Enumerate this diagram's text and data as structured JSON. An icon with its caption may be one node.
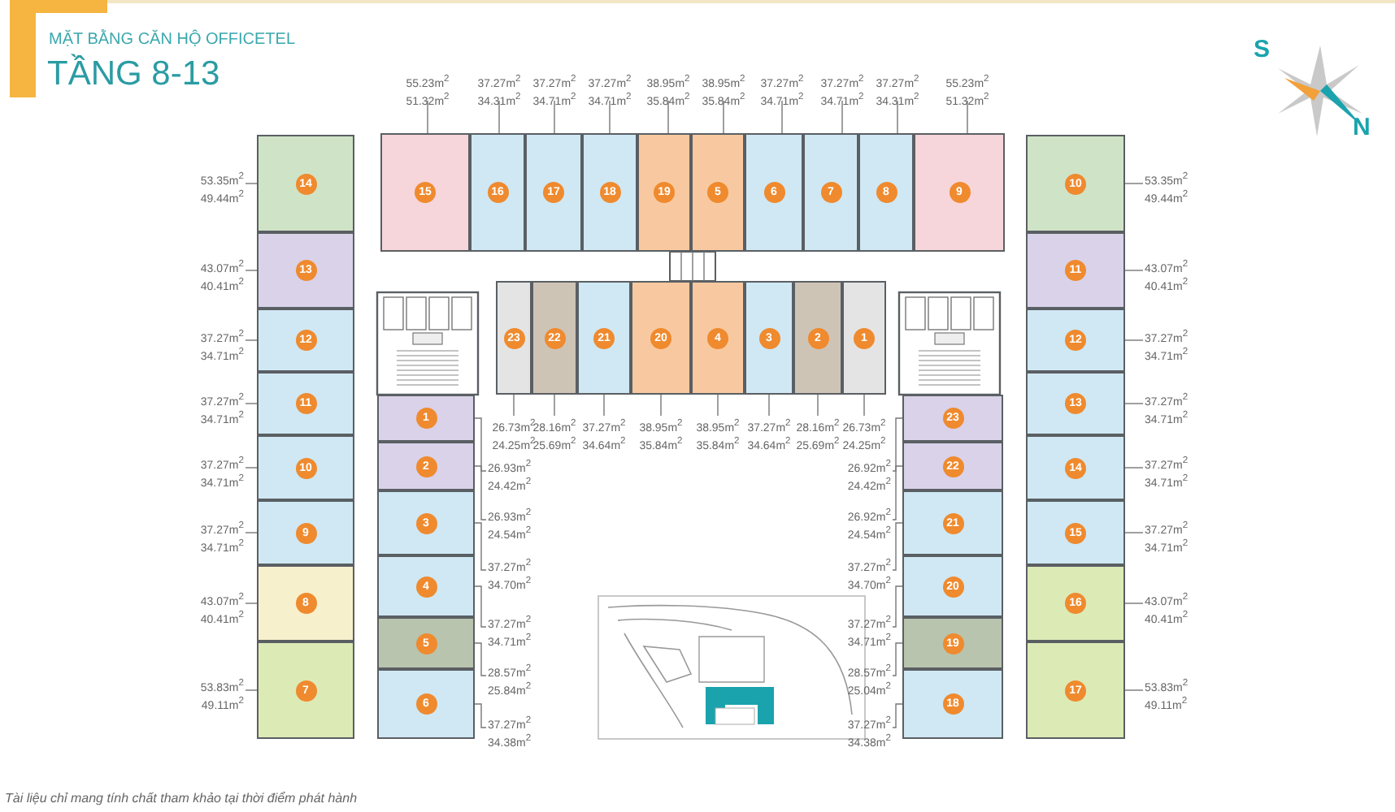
{
  "diagram": {
    "title": "MẶT BẰNG CĂN HỘ OFFICETEL",
    "caption": "Tài liệu chỉ mang tính chất tham khảo tại thời điểm phát hành",
    "nodes": [
      {
        "text": [
          "15"
        ]
      },
      {
        "text": [
          "16"
        ]
      },
      {
        "text": [
          "17"
        ]
      },
      {
        "text": [
          "18"
        ]
      },
      {
        "text": [
          "19"
        ]
      },
      {
        "text": [
          "5"
        ]
      },
      {
        "text": [
          "6"
        ]
      },
      {
        "text": [
          "7"
        ]
      },
      {
        "text": [
          "8"
        ]
      },
      {
        "text": [
          "9"
        ]
      },
      {
        "text": [
          "14"
        ]
      },
      {
        "text": [
          "13"
        ]
      },
      {
        "text": [
          "12"
        ]
      },
      {
        "text": [
          "11"
        ]
      },
      {
        "text": [
          "10"
        ]
      },
      {
        "text": [
          "9"
        ]
      },
      {
        "text": [
          "8"
        ]
      },
      {
        "text": [
          "7"
        ]
      },
      {
        "text": [
          "10"
        ]
      },
      {
        "text": [
          "11"
        ]
      },
      {
        "text": [
          "12"
        ]
      },
      {
        "text": [
          "13"
        ]
      },
      {
        "text": [
          "14"
        ]
      },
      {
        "text": [
          "15"
        ]
      },
      {
        "text": [
          "16"
        ]
      },
      {
        "text": [
          "17"
        ]
      },
      {
        "text": [
          "23"
        ]
      },
      {
        "text": [
          "22"
        ]
      },
      {
        "text": [
          "21"
        ]
      },
      {
        "text": [
          "20"
        ]
      },
      {
        "text": [
          "4"
        ]
      },
      {
        "text": [
          "3"
        ]
      },
      {
        "text": [
          "2"
        ]
      },
      {
        "text": [
          "1"
        ]
      },
      {
        "text": [
          "1"
        ]
      },
      {
        "text": [
          "2"
        ]
      },
      {
        "text": [
          "3"
        ]
      },
      {
        "text": [
          "4"
        ]
      },
      {
        "text": [
          "5"
        ]
      },
      {
        "text": [
          "6"
        ]
      },
      {
        "text": [
          "23"
        ]
      },
      {
        "text": [
          "22"
        ]
      },
      {
        "text": [
          "21"
        ]
      },
      {
        "text": [
          "20"
        ]
      },
      {
        "text": [
          "19"
        ]
      },
      {
        "text": [
          "18"
        ]
      },
      {
        "text": [
          "55.23m$^{2}$",
          "51.32m$^{2}$"
        ]
      },
      {
        "text": [
          "37.27m$^{2}$",
          "34.31m$^{2}$"
        ]
      },
      {
        "text": [
          "37.27m$^{2}$",
          "34.71m$^{2}$"
        ]
      },
      {
        "text": [
          "37.27m$^{2}$",
          "34.71m$^{2}$"
        ]
      },
      {
        "text": [
          "38.95m$^{2}$",
          "35.84m$^{2}$"
        ]
      },
      {
        "text": [
          "38.95m$^{2}$",
          "35.84m$^{2}$"
        ]
      },
      {
        "text": [
          "37.27m$^{2}$",
          "34.71m$^{2}$"
        ]
      },
      {
        "text": [
          "37.27m$^{2}$",
          "34.71m$^{2}$"
        ]
      },
      {
        "text": [
          "37.27m$^{2}$",
          "34.31m$^{2}$"
        ]
      },
      {
        "text": [
          "55.23m$^{2}$",
          "51.32m$^{2}$"
        ]
      },
      {
        "text": [
          "53.35m$^{2}$",
          "49.44m$^{2}$"
        ]
      },
      {
        "text": [
          "43.07m$^{2}$",
          "40.41m$^{2}$"
        ]
      },
      {
        "text": [
          "37.27m$^{2}$",
          "34.71m$^{2}$"
        ]
      },
      {
        "text": [
          "37.27m$^{2}$",
          "34.71m$^{2}$"
        ]
      },
      {
        "text": [
          "37.27m$^{2}$",
          "34.71m$^{2}$"
        ]
      },
      {
        "text": [
          "37.27m$^{2}$",
          "34.71m$^{2}$"
        ]
      },
      {
        "text": [
          "43.07m$^{2}$",
          "40.41m$^{2}$"
        ]
      },
      {
        "text": [
          "53.83m$^{2}$",
          "49.11m$^{2}$"
        ]
      },
      {
        "text": [
          "53.35m$^{2}$",
          "49.44m$^{2}$"
        ]
      },
      {
        "text": [
          "43.07m$^{2}$",
          "40.41m$^{2}$"
        ]
      },
      {
        "text": [
          "37.27m$^{2}$",
          "34.71m$^{2}$"
        ]
      },
      {
        "text": [
          "37.27m$^{2}$",
          "34.71m$^{2}$"
        ]
      },
      {
        "text": [
          "37.27m$^{2}$",
          "34.71m$^{2}$"
        ]
      },
      {
        "text": [
          "37.27m$^{2}$",
          "34.71m$^{2}$"
        ]
      },
      {
        "text": [
          "43.07m$^{2}$",
          "40.41m$^{2}$"
        ]
      },
      {
        "text": [
          "53.83m$^{2}$",
          "49.11m$^{2}$"
        ]
      },
      {
        "text": [
          "26.73m$^{2}$",
          "24.25m$^{2}$"
        ]
      },
      {
        "text": [
          "28.16m$^{2}$",
          "25.69m$^{2}$"
        ]
      },
      {
        "text": [
          "37.27m$^{2}$",
          "34.64m$^{2}$"
        ]
      },
      {
        "text": [
          "38.95m$^{2}$",
          "35.84m$^{2}$"
        ]
      },
      {
        "text": [
          "38.95m$^{2}$",
          "35.84m$^{2}$"
        ]
      },
      {
        "text": [
          "37.27m$^{2}$",
          "34.64m$^{2}$"
        ]
      },
      {
        "text": [
          "28.16m$^{2}$",
          "25.69m$^{2}$"
        ]
      },
      {
        "text": [
          "26.73m$^{2}$",
          "24.25m$^{2}$"
        ]
      },
      {
        "text": [
          "26.93m$^{2}$",
          "24.42m$^{2}$"
        ]
      },
      {
        "text": [
          "26.93m$^{2}$",
          "24.54m$^{2}$"
        ]
      },
      {
        "text": [
          "37.27m$^{2}$",
          "34.70m$^{2}$"
        ]
      },
      {
        "text": [
          "37.27m$^{2}$",
          "34.71m$^{2}$"
        ]
      },
      {
        "text": [
          "28.57m$^{2}$",
          "25.84m$^{2}$"
        ]
      },
      {
        "text": [
          "37.27m$^{2}$",
          "34.38m$^{2}$"
        ]
      },
      {
        "text": [
          "26.92m$^{2}$",
          "24.42m$^{2}$"
        ]
      },
      {
        "text": [
          "26.92m$^{2}$",
          "24.54m$^{2}$"
        ]
      },
      {
        "text": [
          "37.27m$^{2}$",
          "34.70m$^{2}$"
        ]
      },
      {
        "text": [
          "37.27m$^{2}$",
          "34.71m$^{2}$"
        ]
      },
      {
        "text": [
          "28.57m$^{2}$",
          "25.04m$^{2}$"
        ]
      },
      {
        "text": [
          "37.27m$^{2}$",
          "34.38m$^{2}$"
        ]
      }
    ],
    "edges": [
      {
        "from": 46,
        "to": 0,
        "arrow": "none"
      },
      {
        "from": 47,
        "to": 1,
        "arrow": "none"
      },
      {
        "from": 48,
        "to": 2,
        "arrow": "none"
      },
      {
        "from": 49,
        "to": 3,
        "arrow": "none"
      },
      {
        "from": 50,
        "to": 4,
        "arrow": "none"
      },
      {
        "from": 51,
        "to": 5,
        "arrow": "none"
      },
      {
        "from": 52,
        "to": 6,
        "arrow": "none"
      },
      {
        "from": 53,
        "to": 7,
        "arrow": "none"
      },
      {
        "from": 54,
        "to": 8,
        "arrow": "none"
      },
      {
        "from": 55,
        "to": 9,
        "arrow": "none"
      },
      {
        "from": 56,
        "to": 10,
        "arrow": "none"
      },
      {
        "from": 57,
        "to": 11,
        "arrow": "none"
      },
      {
        "from": 58,
        "to": 12,
        "arrow": "none"
      },
      {
        "from": 59,
        "to": 13,
        "arrow": "none"
      },
      {
        "from": 60,
        "to": 14,
        "arrow": "none"
      },
      {
        "from": 61,
        "to": 15,
        "arrow": "none"
      },
      {
        "from": 62,
        "to": 16,
        "arrow": "none"
      },
      {
        "from": 63,
        "to": 17,
        "arrow": "none"
      },
      {
        "from": 64,
        "to": 18,
        "arrow": "none"
      },
      {
        "from": 65,
        "to": 19,
        "arrow": "none"
      },
      {
        "from": 66,
        "to": 20,
        "arrow": "none"
      },
      {
        "from": 67,
        "to": 21,
        "arrow": "none"
      },
      {
        "from": 68,
        "to": 22,
        "arrow": "none"
      },
      {
        "from": 69,
        "to": 23,
        "arrow": "none"
      },
      {
        "from": 70,
        "to": 24,
        "arrow": "none"
      },
      {
        "from": 71,
        "to": 25,
        "arrow": "none"
      },
      {
        "from": 72,
        "to": 26,
        "arrow": "none"
      },
      {
        "from": 73,
        "to": 27,
        "arrow": "none"
      },
      {
        "from": 74,
        "to": 28,
        "arrow": "none"
      },
      {
        "from": 75,
        "to": 29,
        "arrow": "none"
      },
      {
        "from": 76,
        "to": 30,
        "arrow": "none"
      },
      {
        "from": 77,
        "to": 31,
        "arrow": "none"
      },
      {
        "from": 78,
        "to": 32,
        "arrow": "none"
      },
      {
        "from": 79,
        "to": 33,
        "arrow": "none"
      },
      {
        "from": 80,
        "to": 34,
        "arrow": "none"
      },
      {
        "from": 81,
        "to": 35,
        "arrow": "none"
      },
      {
        "from": 82,
        "to": 36,
        "arrow": "none"
      },
      {
        "from": 83,
        "to": 37,
        "arrow": "none"
      },
      {
        "from": 84,
        "to": 38,
        "arrow": "none"
      },
      {
        "from": 85,
        "to": 39,
        "arrow": "none"
      },
      {
        "from": 86,
        "to": 40,
        "arrow": "none"
      },
      {
        "from": 87,
        "to": 41,
        "arrow": "none"
      },
      {
        "from": 88,
        "to": 42,
        "arrow": "none"
      },
      {
        "from": 89,
        "to": 43,
        "arrow": "none"
      },
      {
        "from": 90,
        "to": 44,
        "arrow": "none"
      },
      {
        "from": 91,
        "to": 45,
        "arrow": "none"
      }
    ],
    "labels": [
      "TẦNG 8-13",
      "S",
      "N"
    ]
  }
}
